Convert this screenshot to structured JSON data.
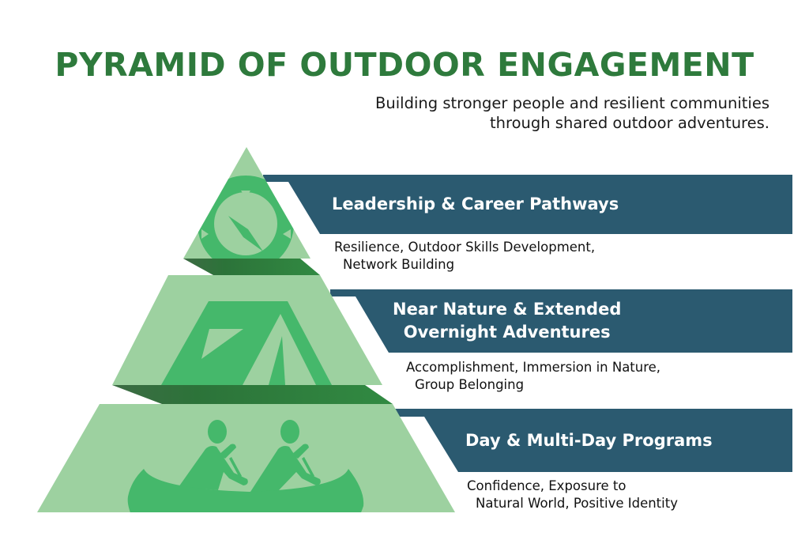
{
  "title": "PYRAMID OF OUTDOOR ENGAGEMENT",
  "subtitle": {
    "line1": "Building stronger people and resilient communities",
    "line2": "through shared outdoor adventures."
  },
  "tiers": [
    {
      "heading": "Leadership & Career Pathways",
      "heading_lines": [
        "Leadership & Career Pathways"
      ],
      "description_lines": [
        "Resilience, Outdoor Skills Development,",
        "Network Building"
      ],
      "icon": "compass-icon"
    },
    {
      "heading": "Near Nature & Extended Overnight Adventures",
      "heading_lines": [
        "Near Nature & Extended",
        "Overnight Adventures"
      ],
      "description_lines": [
        "Accomplishment, Immersion in Nature,",
        "Group Belonging"
      ],
      "icon": "tent-icon"
    },
    {
      "heading": "Day & Multi-Day Programs",
      "heading_lines": [
        "Day & Multi-Day Programs"
      ],
      "description_lines": [
        "Confidence, Exposure to",
        "Natural World, Positive Identity"
      ],
      "icon": "canoe-icon"
    }
  ],
  "colors": {
    "title": "#2e7a3c",
    "pyramid_light": "#9dd1a0",
    "icon_green": "#45b86b",
    "shelf_dark": "#2e7d3e",
    "banner": "#2b5a70"
  }
}
